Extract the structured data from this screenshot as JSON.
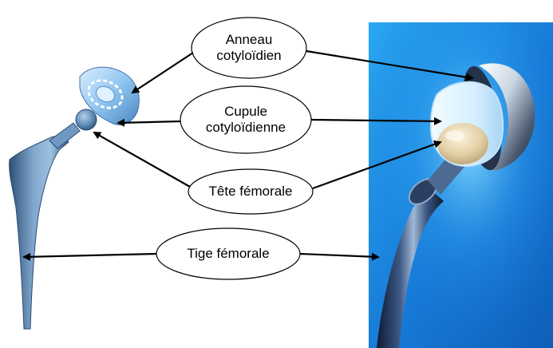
{
  "labels": {
    "anneau": [
      "Anneau",
      "cotyloïdien"
    ],
    "cupule": [
      "Cupule",
      "cotyloïdienne"
    ],
    "tete": "Tête fémorale",
    "tige": "Tige fémorale"
  },
  "colors": {
    "background": "#ffffff",
    "photo_blue": "#1e8fe8",
    "implant_blue": "#6e9fc8",
    "arrow": "#000000"
  }
}
